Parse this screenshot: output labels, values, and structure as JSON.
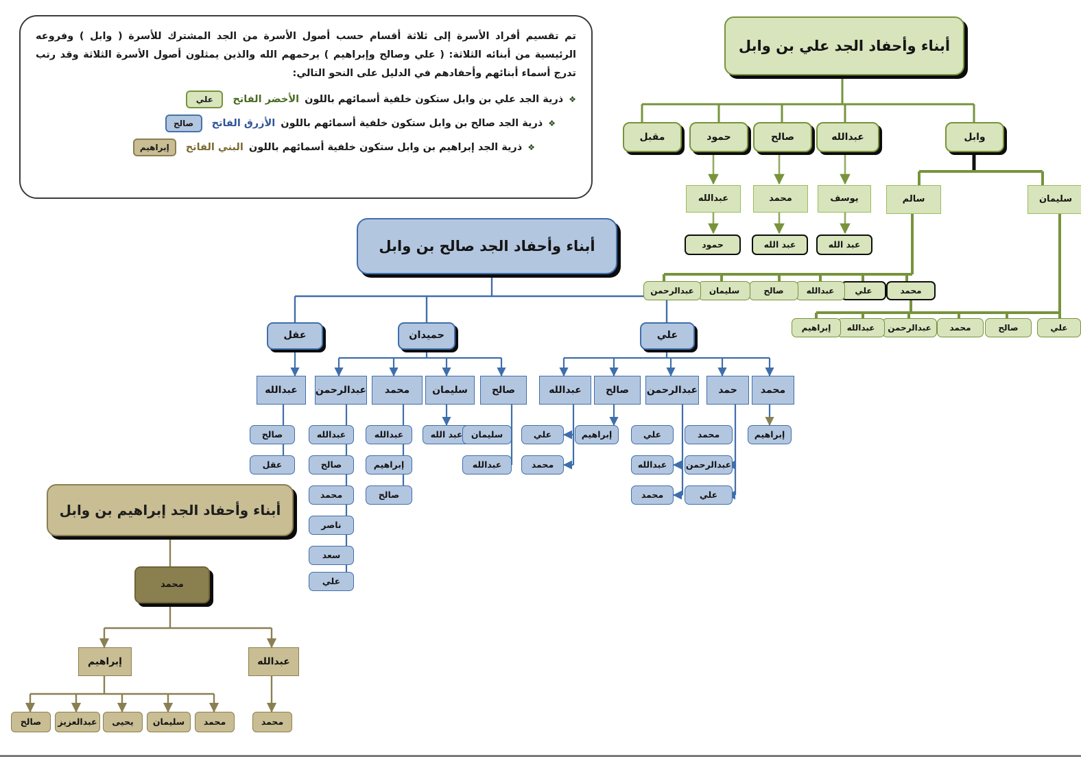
{
  "legend": {
    "intro_line1": "تم تقسيم أفراد الأسرة إلى ثلاثة أقسام حسب أصول الأسرة من الجد المشترك للأسرة ( وابل ) وفروعه",
    "intro_line2_a": "الرئيسية من أبنائه الثلاثة: ( ",
    "intro_line2_b": "علي وصالح وإبراهيم",
    "intro_line2_c": " ) يرحمهم الله والذين يمثلون أصول الأسرة الثلاثة وقد",
    "intro_line3": "رتب تدرج أسماء أبنائهم وأحفادهم في الدليل على النحو التالي:",
    "rows": [
      {
        "bullet": "❖",
        "text_before": "ذرية الجد علي بن وابل   ستكون خلفية أسمائهم باللون",
        "color_word": "الأخضر الفاتح",
        "chip_label": "علي",
        "chip_style": "green",
        "fill": "#d8e4bc",
        "border": "#77933c"
      },
      {
        "bullet": "❖",
        "text_before": "ذرية الجد صالح بن وابل ستكون خلفية أسمائهم  باللون",
        "color_word": "الأزرق الفاتح",
        "chip_label": "صالح",
        "chip_style": "blue",
        "fill": "#b3c6e0",
        "border": "#4472a8"
      },
      {
        "bullet": "❖",
        "text_before": "ذرية الجد إبراهيم بن وابل  ستكون خلفية أسمائهم  باللون",
        "color_word": "البني الفاتح",
        "chip_label": "إبراهيم",
        "chip_style": "tan",
        "fill": "#c8bd93",
        "border": "#8a7f51"
      }
    ]
  },
  "green_tree": {
    "title": "أبناء وأحفاد الجد علي بن وابل",
    "accent": "#77933c",
    "fill": "#d8e4bc",
    "children": [
      "مقبل",
      "حمود",
      "صالح",
      "عبدالله",
      "وابل"
    ],
    "chain_hamoud": {
      "gen2": "عبدالله",
      "gen3": "حمود"
    },
    "chain_saleh": {
      "gen2": "محمد",
      "gen3": "عبد الله"
    },
    "chain_abdullah": {
      "gen2": "يوسف",
      "gen3": "عبد الله"
    },
    "wabil_children": [
      "سالم",
      "سليمان"
    ],
    "salem_children": [
      "محمد",
      "علي",
      "عبدالله",
      "صالح",
      "سليمان",
      "عبدالرحمن"
    ],
    "bottom_row": [
      "علي",
      "صالح",
      "محمد",
      "عبدالرحمن",
      "عبدالله",
      "إبراهيم"
    ]
  },
  "blue_tree": {
    "title": "أبناء وأحفاد الجد صالح بن وابل",
    "accent": "#3f6eab",
    "fill": "#b3c6e0",
    "children": [
      "عقل",
      "حميدان",
      "علي"
    ],
    "aqil": {
      "name": "عقل",
      "son": "عبدالله",
      "grandsons": [
        "صالح",
        "عقل"
      ]
    },
    "humaidan": {
      "name": "حميدان",
      "sons": [
        "عبدالرحمن",
        "محمد",
        "سليمان",
        "صالح"
      ],
      "abdulrahman_sons": [
        "عبدالله",
        "صالح",
        "محمد",
        "ناصر",
        "سعد",
        "علي"
      ],
      "mohammed_sons": [
        "عبدالله",
        "إبراهيم",
        "صالح"
      ],
      "sulaiman_sons": [
        "عبد الله"
      ],
      "saleh_sons": [
        "سليمان",
        "عبدالله"
      ]
    },
    "ali": {
      "name": "علي",
      "sons": [
        "عبدالله",
        "صالح",
        "عبدالرحمن",
        "حمد",
        "محمد"
      ],
      "abdullah_sons": [
        "علي",
        "محمد"
      ],
      "saleh_sons": [
        "إبراهيم"
      ],
      "abdulrahman_sons": [
        "علي",
        "عبدالله",
        "محمد"
      ],
      "hamad_sons": [
        "محمد",
        "عبدالرحمن",
        "علي"
      ],
      "mohammed_sons": [
        "إبراهيم"
      ]
    }
  },
  "tan_tree": {
    "title": "أبناء وأحفاد الجد إبراهيم بن وابل",
    "accent": "#8a7f51",
    "fill": "#c8bd93",
    "root": "محمد",
    "sons": [
      "إبراهيم",
      "عبدالله"
    ],
    "ibrahim_sons": [
      "صالح",
      "عبدالعزيز",
      "يحيى",
      "سليمان",
      "محمد"
    ],
    "abdullah_sons": [
      "محمد"
    ]
  }
}
